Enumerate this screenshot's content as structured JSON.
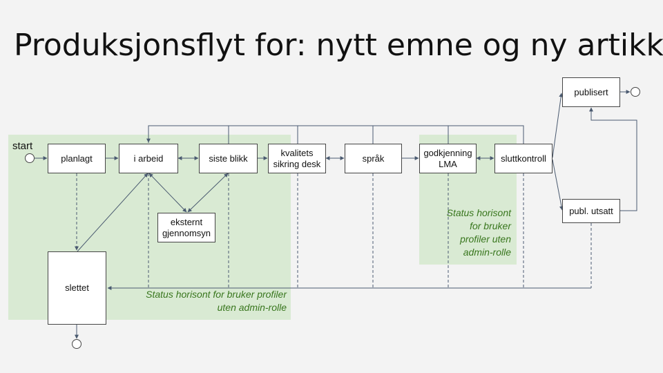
{
  "title": "Produksjonsflyt for: nytt emne og ny artikkel",
  "start_label": "start",
  "nodes": {
    "planlagt": "planlagt",
    "i_arbeid": "i arbeid",
    "siste_blikk": "siste blikk",
    "kvalitet": "kvalitets\nsikring desk",
    "sprak": "språk",
    "godkjenning": "godkjenning\nLMA",
    "sluttkontroll": "sluttkontroll",
    "publisert": "publisert",
    "publ_utsatt": "publ. utsatt",
    "eksternt": "eksternt\ngjennomsyn",
    "slettet": "slettet"
  },
  "notes": {
    "left": "Status horisont for bruker profiler\nuten admin-rolle",
    "right": "Status horisont\nfor bruker\nprofiler uten\nadmin-rolle"
  },
  "colors": {
    "zone": "#d9ead3",
    "line": "#4a5a70",
    "note": "#38761d"
  }
}
